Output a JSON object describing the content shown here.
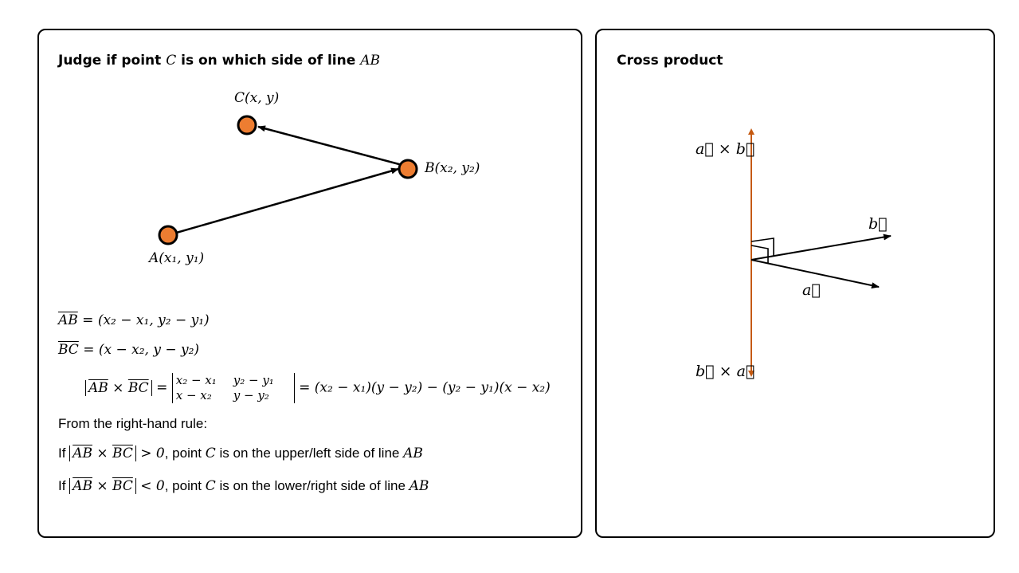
{
  "left": {
    "title_prefix": "Judge if point ",
    "title_c": "C",
    "title_mid": " is on which side of line ",
    "title_ab": "AB",
    "points": {
      "c_label": "C(x, y)",
      "b_label": "B(x₂, y₂)",
      "a_label": "A(x₁, y₁)"
    },
    "eq1_lhs": "AB",
    "eq1_rhs": " = (x₂ − x₁, y₂ − y₁)",
    "eq2_lhs": "BC",
    "eq2_rhs": " = (x − x₂, y − y₂)",
    "eq3": {
      "vec1": "AB",
      "times": " × ",
      "vec2": "BC",
      "eqsign": " = ",
      "m11": "x₂ − x₁",
      "m12": "y₂ − y₁",
      "m21": "x − x₂",
      "m22": "y − y₂",
      "rhs": " = (x₂ − x₁)(y − y₂) − (y₂ − y₁)(x − x₂)"
    },
    "rule_text": "From the right-hand rule:",
    "cond1": {
      "prefix": "If ",
      "ineq": " > 0",
      "mid": ", point ",
      "c": "C",
      "suffix": " is on the upper/left side of line ",
      "ab": "AB"
    },
    "cond2": {
      "prefix": "If ",
      "ineq": " < 0",
      "mid": ", point ",
      "c": "C",
      "suffix": " is on the lower/right side of line ",
      "ab": "AB"
    }
  },
  "right": {
    "title": "Cross product",
    "label_axb": "a⃗ × b⃗",
    "label_bxa": "b⃗ × a⃗",
    "label_a": "a⃗",
    "label_b": "b⃗"
  },
  "colors": {
    "point_fill": "#ED7D31",
    "orange_axis": "#C55A11",
    "panel_border": "#000000"
  }
}
